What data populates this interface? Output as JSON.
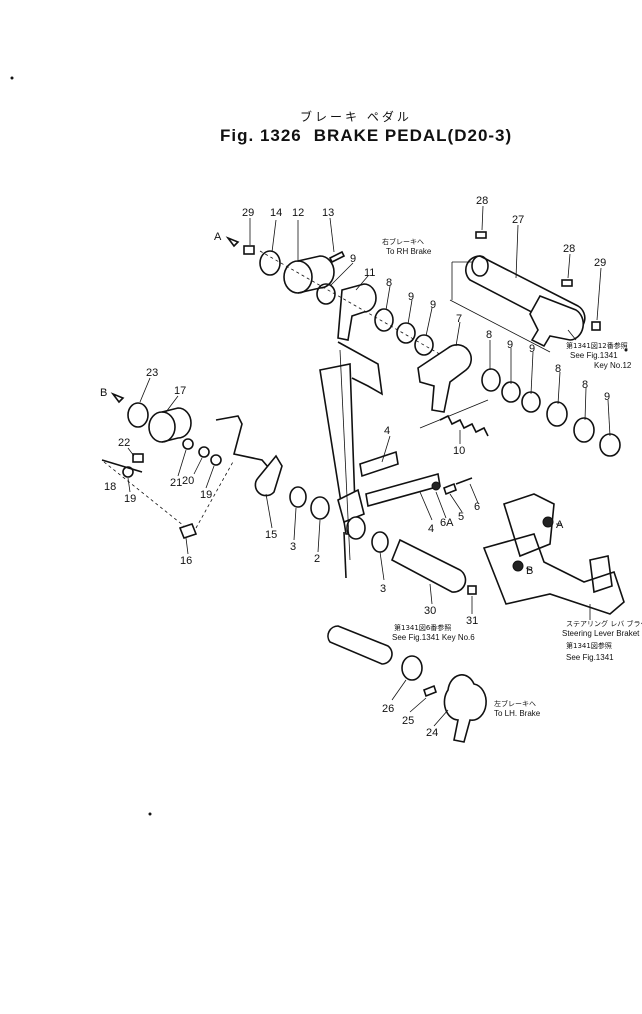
{
  "title": {
    "japanese": "ブレーキ ペダル",
    "fig": "Fig. 1326",
    "name": "BRAKE PEDAL(D20-3)"
  },
  "callouts": [
    {
      "id": "c29a",
      "text": "29"
    },
    {
      "id": "c14",
      "text": "14"
    },
    {
      "id": "c12",
      "text": "12"
    },
    {
      "id": "c13",
      "text": "13"
    },
    {
      "id": "cA1",
      "text": "A"
    },
    {
      "id": "c9a",
      "text": "9"
    },
    {
      "id": "c11",
      "text": "11"
    },
    {
      "id": "c8a",
      "text": "8"
    },
    {
      "id": "c9b",
      "text": "9"
    },
    {
      "id": "c9c",
      "text": "9"
    },
    {
      "id": "c7",
      "text": "7"
    },
    {
      "id": "c28a",
      "text": "28"
    },
    {
      "id": "c27",
      "text": "27"
    },
    {
      "id": "c28b",
      "text": "28"
    },
    {
      "id": "c29b",
      "text": "29"
    },
    {
      "id": "c8b",
      "text": "8"
    },
    {
      "id": "c9d",
      "text": "9"
    },
    {
      "id": "c9e",
      "text": "9"
    },
    {
      "id": "c8c",
      "text": "8"
    },
    {
      "id": "c8d",
      "text": "8"
    },
    {
      "id": "c9f",
      "text": "9"
    },
    {
      "id": "c10",
      "text": "10"
    },
    {
      "id": "cB1",
      "text": "B"
    },
    {
      "id": "c23",
      "text": "23"
    },
    {
      "id": "c17",
      "text": "17"
    },
    {
      "id": "c22",
      "text": "22"
    },
    {
      "id": "c21",
      "text": "21"
    },
    {
      "id": "c20",
      "text": "20"
    },
    {
      "id": "c19a",
      "text": "19"
    },
    {
      "id": "c18",
      "text": "18"
    },
    {
      "id": "c19b",
      "text": "19"
    },
    {
      "id": "c16",
      "text": "16"
    },
    {
      "id": "c15",
      "text": "15"
    },
    {
      "id": "c3a",
      "text": "3"
    },
    {
      "id": "c2",
      "text": "2"
    },
    {
      "id": "c4a",
      "text": "4"
    },
    {
      "id": "c4b",
      "text": "4"
    },
    {
      "id": "c6Aa",
      "text": "6A"
    },
    {
      "id": "c5",
      "text": "5"
    },
    {
      "id": "c6",
      "text": "6"
    },
    {
      "id": "c3b",
      "text": "3"
    },
    {
      "id": "c30",
      "text": "30"
    },
    {
      "id": "c31",
      "text": "31"
    },
    {
      "id": "c26",
      "text": "26"
    },
    {
      "id": "c25",
      "text": "25"
    },
    {
      "id": "c24",
      "text": "24"
    },
    {
      "id": "cA2",
      "text": "A"
    },
    {
      "id": "cB2",
      "text": "B"
    }
  ],
  "notes": {
    "to_rh_brake_jp": "右ブレーキへ",
    "to_rh_brake": "To RH Brake",
    "see_fig_key12_jp": "第1341図12番参照",
    "see_fig_key12": "See Fig.1341",
    "key12": "Key No.12",
    "see_fig_key6_jp": "第1341図6番参照",
    "see_fig_key6": "See Fig.1341 Key No.6",
    "steering_jp": "ステアリング レバ ブラケット",
    "steering": "Steering Lever Braket",
    "see_fig_steer_jp": "第1341図参照",
    "see_fig_steer": "See Fig.1341",
    "to_lh_brake_jp": "左ブレーキへ",
    "to_lh_brake": "To LH. Brake"
  }
}
